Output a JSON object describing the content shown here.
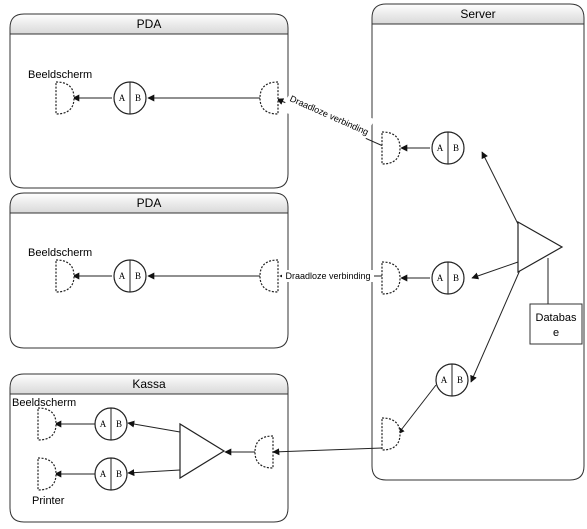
{
  "boxes": {
    "pda1_title": "PDA",
    "pda2_title": "PDA",
    "kassa_title": "Kassa",
    "server_title": "Server"
  },
  "labels": {
    "pda1_screen": "Beeldscherm",
    "pda2_screen": "Beeldscherm",
    "kassa_screen": "Beeldscherm",
    "kassa_printer": "Printer",
    "database_line1": "Databas",
    "database_line2": "e"
  },
  "connections": {
    "wireless_1": "Draadloze verbinding",
    "wireless_2": "Draadloze verbinding"
  },
  "ab_symbol": {
    "a": "A",
    "b": "B"
  }
}
